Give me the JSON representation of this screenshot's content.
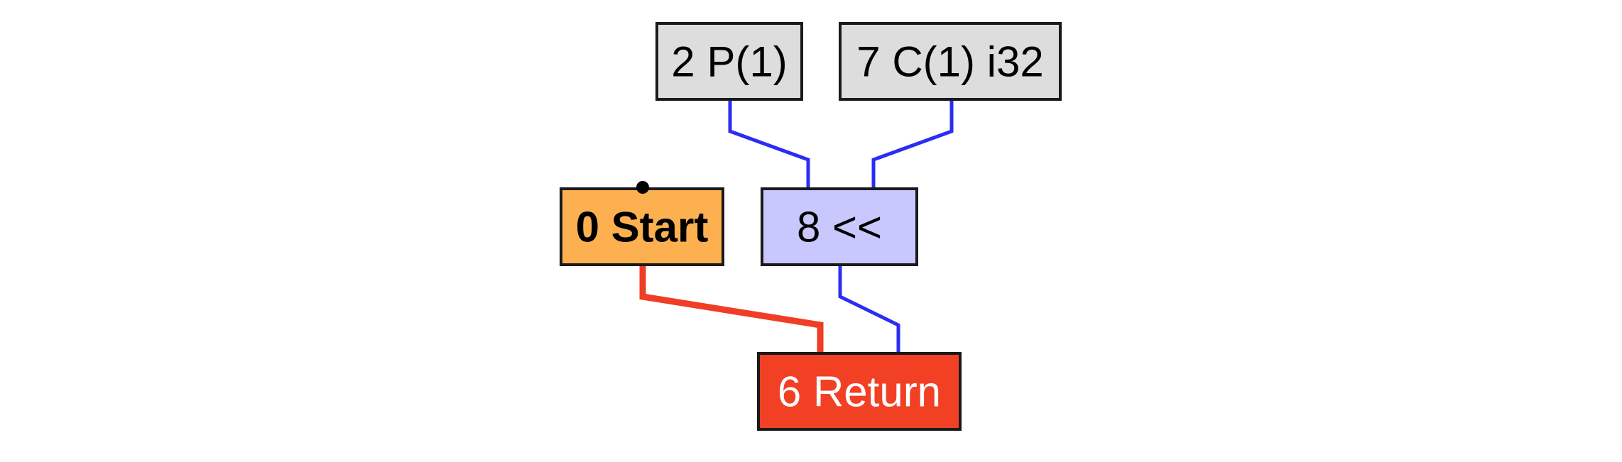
{
  "nodes": [
    {
      "id": "param",
      "label": "2 P(1)",
      "fill": "#dddddd",
      "text_color": "#000000",
      "bold": false
    },
    {
      "id": "const",
      "label": "7 C(1) i32",
      "fill": "#dddddd",
      "text_color": "#000000",
      "bold": false
    },
    {
      "id": "start",
      "label": "0 Start",
      "fill": "#fdb050",
      "text_color": "#000000",
      "bold": true
    },
    {
      "id": "shl",
      "label": "8 <<",
      "fill": "#c8c8ff",
      "text_color": "#000000",
      "bold": false
    },
    {
      "id": "ret",
      "label": "6 Return",
      "fill": "#f24025",
      "text_color": "#ffffff",
      "bold": false
    }
  ],
  "edges": [
    {
      "from": "param",
      "to": "shl",
      "color": "#2c2cf5",
      "kind": "data"
    },
    {
      "from": "const",
      "to": "shl",
      "color": "#2c2cf5",
      "kind": "data"
    },
    {
      "from": "start",
      "to": "ret",
      "color": "#ef3e25",
      "kind": "control"
    },
    {
      "from": "shl",
      "to": "ret",
      "color": "#2c2cf5",
      "kind": "data"
    }
  ]
}
